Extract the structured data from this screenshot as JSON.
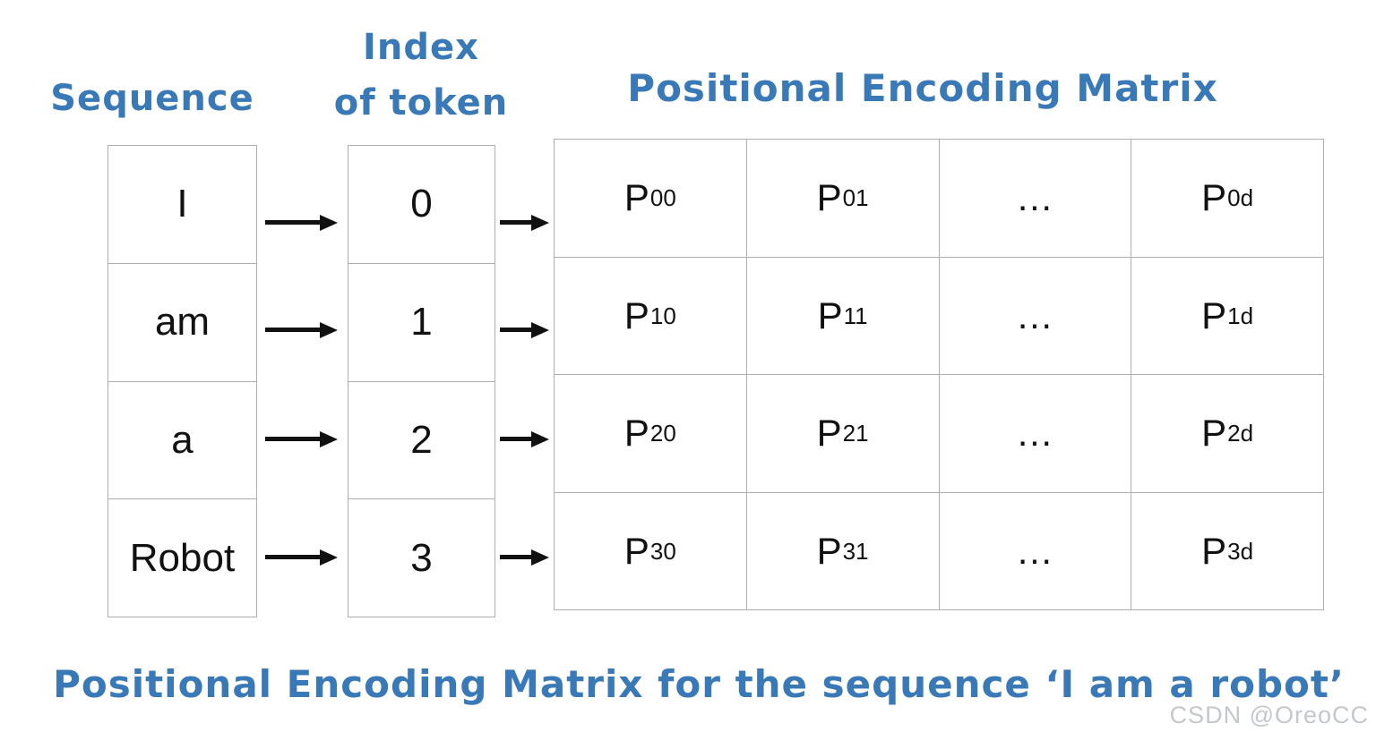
{
  "headers": {
    "sequence": "Sequence",
    "index_line1": "Index",
    "index_line2": "of token",
    "matrix": "Positional Encoding Matrix"
  },
  "sequence_column": {
    "tokens": [
      "I",
      "am",
      "a",
      "Robot"
    ]
  },
  "index_column": {
    "indices": [
      "0",
      "1",
      "2",
      "3"
    ]
  },
  "matrix": {
    "rows": [
      [
        {
          "base": "P",
          "sub": "00"
        },
        {
          "base": "P",
          "sub": "01"
        },
        {
          "base": "…",
          "sub": ""
        },
        {
          "base": "P",
          "sub": "0d"
        }
      ],
      [
        {
          "base": "P",
          "sub": "10"
        },
        {
          "base": "P",
          "sub": "11"
        },
        {
          "base": "…",
          "sub": ""
        },
        {
          "base": "P",
          "sub": "1d"
        }
      ],
      [
        {
          "base": "P",
          "sub": "20"
        },
        {
          "base": "P",
          "sub": "21"
        },
        {
          "base": "…",
          "sub": ""
        },
        {
          "base": "P",
          "sub": "2d"
        }
      ],
      [
        {
          "base": "P",
          "sub": "30"
        },
        {
          "base": "P",
          "sub": "31"
        },
        {
          "base": "…",
          "sub": ""
        },
        {
          "base": "P",
          "sub": "3d"
        }
      ]
    ]
  },
  "caption": "Positional Encoding Matrix for the sequence ‘I am a robot’",
  "watermark": "CSDN @OreoCC",
  "colors": {
    "accent_blue": "#3a79b7",
    "grid_gray": "#aeaeae",
    "text_black": "#111111",
    "watermark_gray": "#c5c8cb"
  }
}
